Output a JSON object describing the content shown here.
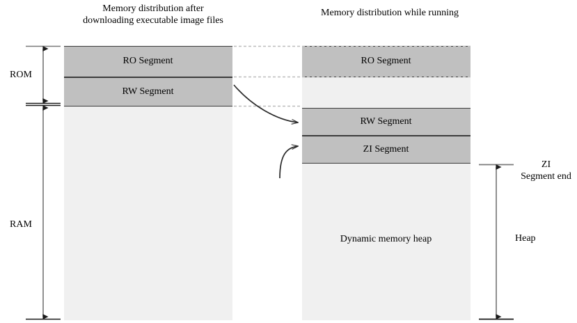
{
  "titles": {
    "left": "Memory distribution after downloading executable image files",
    "right": "Memory distribution while running"
  },
  "left_block": {
    "segments": [
      {
        "label": "RO Segment",
        "fill": "#c0c0c0"
      },
      {
        "label": "RW Segment",
        "fill": "#c0c0c0"
      },
      {
        "label": "",
        "fill": "#f0f0f0"
      }
    ]
  },
  "right_block": {
    "segments": [
      {
        "label": "RO Segment",
        "fill": "#c0c0c0"
      },
      {
        "label": "",
        "fill": "#f0f0f0"
      },
      {
        "label": "RW Segment",
        "fill": "#c0c0c0"
      },
      {
        "label": "ZI Segment",
        "fill": "#c0c0c0"
      },
      {
        "label": "Dynamic memory heap",
        "fill": "#f0f0f0"
      }
    ]
  },
  "left_brackets": [
    {
      "label": "ROM"
    },
    {
      "label": "RAM"
    }
  ],
  "right_annotations": [
    {
      "label": "ZI\nSegment end"
    },
    {
      "label": "Heap"
    }
  ],
  "colors": {
    "segment_gray": "#c0c0c0",
    "segment_light": "#f0f0f0",
    "border": "#3b3b3b",
    "connector": "#b0b0b0",
    "background": "#ffffff"
  }
}
